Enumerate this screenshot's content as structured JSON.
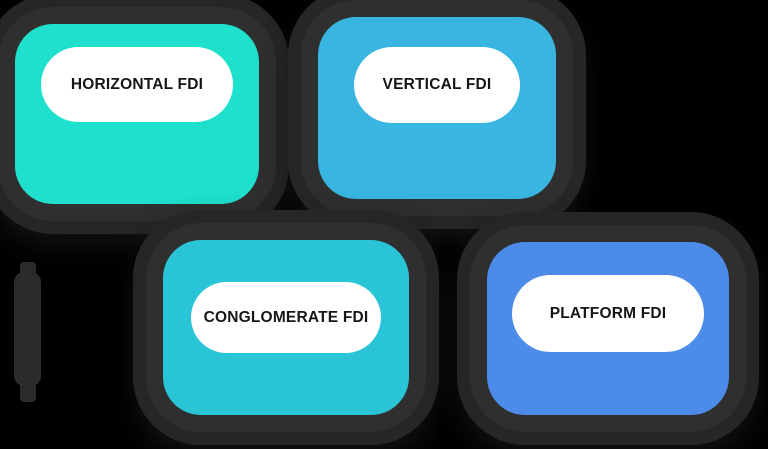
{
  "diagram": {
    "background_color": "#000000",
    "shadow_ring_color": "#2f2f2f",
    "cards": [
      {
        "id": "horizontal-fdi",
        "label": "HORIZONTAL FDI",
        "fill_color": "#1ee0cc",
        "pill_color": "#ffffff",
        "text_color": "#161616"
      },
      {
        "id": "vertical-fdi",
        "label": "VERTICAL FDI",
        "fill_color": "#38b5e0",
        "pill_color": "#ffffff",
        "text_color": "#161616"
      },
      {
        "id": "conglomerate-fdi",
        "label": "CONGLOMERATE FDI",
        "fill_color": "#2ac4d7",
        "pill_color": "#ffffff",
        "text_color": "#161616"
      },
      {
        "id": "platform-fdi",
        "label": "PLATFORM FDI",
        "fill_color": "#4c8be8",
        "pill_color": "#ffffff",
        "text_color": "#161616"
      }
    ]
  }
}
